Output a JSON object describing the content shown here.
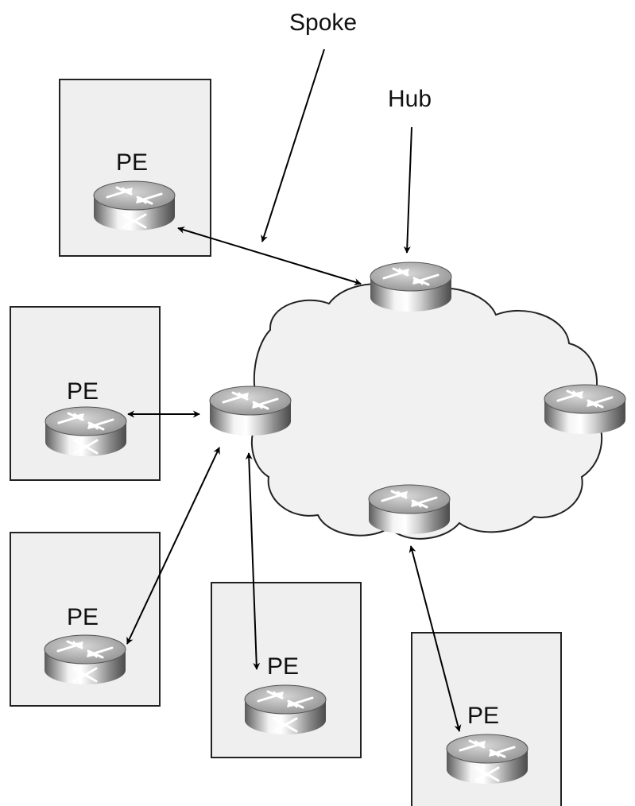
{
  "callouts": {
    "spoke": "Spoke",
    "hub": "Hub"
  },
  "sites": [
    {
      "label": "PE"
    },
    {
      "label": "PE"
    },
    {
      "label": "PE"
    },
    {
      "label": "PE"
    },
    {
      "label": "PE"
    }
  ]
}
